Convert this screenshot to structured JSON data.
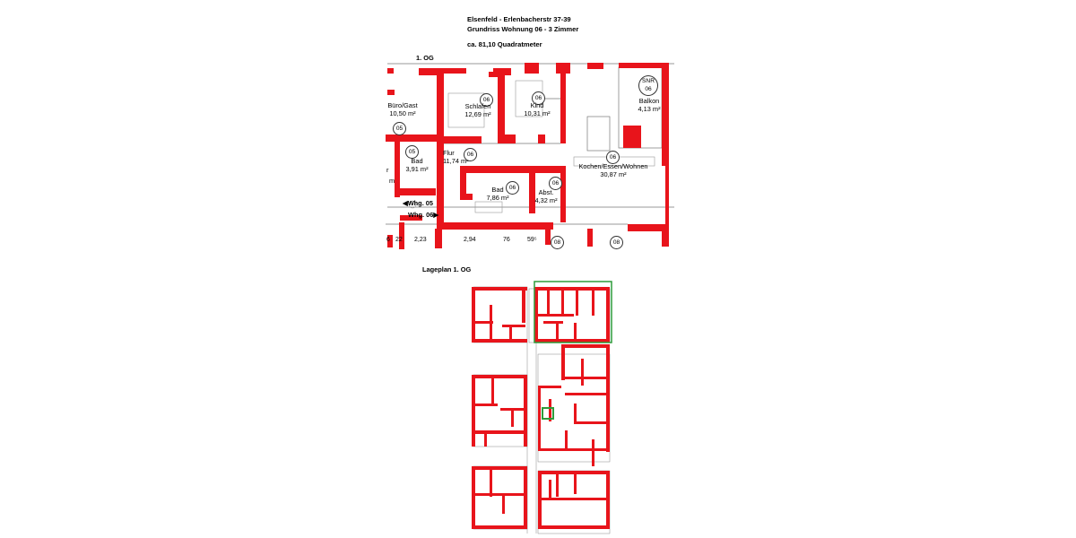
{
  "header": {
    "line1": "Elsenfeld - Erlenbacherstr 37-39",
    "line2": "Grundriss Wohnung 06 - 3 Zimmer",
    "line3": "ca. 81,10 Quadratmeter"
  },
  "floor_label": "1. OG",
  "rooms": {
    "buero": {
      "name": "Büro/Gast",
      "area": "10,50 m²",
      "num": "05"
    },
    "schlafen": {
      "name": "Schlafen",
      "area": "12,69 m²",
      "num": "06"
    },
    "kind": {
      "name": "Kind",
      "area": "10,31 m²",
      "num": "06"
    },
    "balkon": {
      "name": "Balkon",
      "area": "4,13 m²",
      "snr": "SNR",
      "num": "06"
    },
    "bad05": {
      "name": "Bad",
      "area": "3,91 m²",
      "num": "05"
    },
    "flur": {
      "name": "Flur",
      "area": "11,74 m²",
      "num": "06"
    },
    "kochen": {
      "name": "Kochen/Essen/Wohnen",
      "area": "30,87 m²",
      "num": "06"
    },
    "bad06": {
      "name": "Bad",
      "area": "7,86 m²",
      "num": "06"
    },
    "abst": {
      "name": "Abst.",
      "area": "4,32 m²",
      "num": "06"
    },
    "cut_r": "r",
    "cut_m": "m"
  },
  "apartment_markers": {
    "whg05": "Whg. 05",
    "whg06": "Whg. 06"
  },
  "dimensions": {
    "d6": "6",
    "d22": "22",
    "d223": "2,23",
    "d294": "2,94",
    "d76": "76",
    "d59": "59⁵",
    "d08a": "08",
    "d08b": "08"
  },
  "site_plan_label": "Lageplan 1. OG",
  "colors": {
    "wall": "#e8141b",
    "highlight": "#2e9b3a",
    "line": "#555555"
  }
}
